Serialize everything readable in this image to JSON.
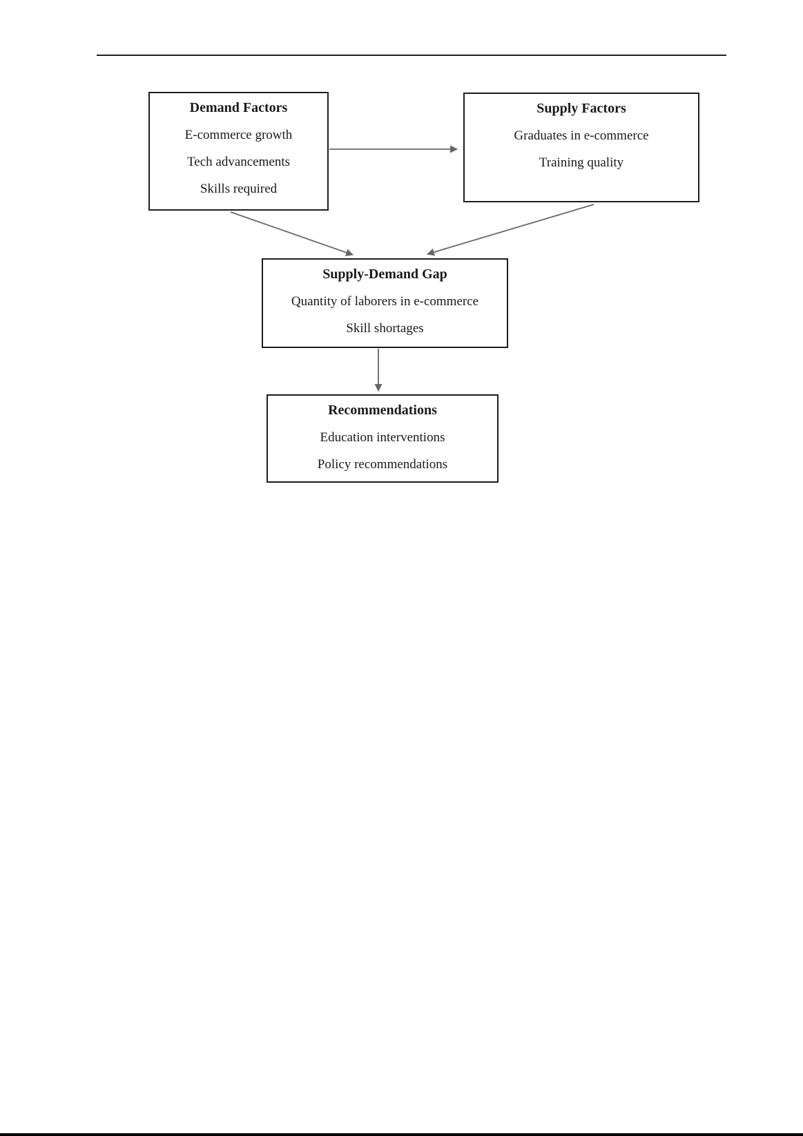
{
  "diagram": {
    "demand": {
      "title": "Demand Factors",
      "items": [
        "E-commerce growth",
        "Tech advancements",
        "Skills required"
      ]
    },
    "supply": {
      "title": "Supply Factors",
      "items": [
        "Graduates in e-commerce",
        "Training quality"
      ]
    },
    "gap": {
      "title": "Supply-Demand Gap",
      "items": [
        "Quantity of laborers in e-commerce",
        "Skill shortages"
      ]
    },
    "recommendations": {
      "title": "Recommendations",
      "items": [
        "Education interventions",
        "Policy recommendations"
      ]
    },
    "connections": [
      {
        "from": "demand",
        "to": "supply"
      },
      {
        "from": "demand",
        "to": "gap"
      },
      {
        "from": "supply",
        "to": "gap"
      },
      {
        "from": "gap",
        "to": "recommendations"
      }
    ]
  },
  "colors": {
    "box_border": "#1c1c1c",
    "text": "#1a1a1a",
    "arrow": "#666666",
    "top_rule": "#1f1f1f",
    "footer_bar": "#000000",
    "page_background": "#ffffff"
  }
}
